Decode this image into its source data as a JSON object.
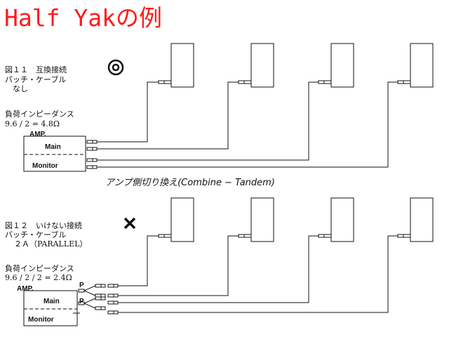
{
  "title": "Half Yakの例",
  "figure1": {
    "caption": "図１１　互換接続",
    "patch_label": "パッチ・ケーブル",
    "patch_value": "なし",
    "load_label": "負荷インピーダンス",
    "load_formula": "9.6 / 2 = 4.8Ω",
    "amp_label": "AMP.",
    "main_label": "Main",
    "monitor_label": "Monitor",
    "mark_icon": "double-circle-icon",
    "handwritten_note": "アンプ側切り換え(Combine − Tandem)"
  },
  "figure2": {
    "caption": "図１２　いけない接続",
    "patch_label": "パッチ・ケーブル",
    "patch_value": "２Ａ（PARALLEL）",
    "load_label": "負荷インピーダンス",
    "load_formula": "9.6 / 2 / 2 = 2.4Ω",
    "amp_label": "AMP.",
    "main_label": "Main",
    "monitor_label": "Monitor",
    "p_label_1": "P",
    "p_label_2": "P",
    "mark_icon": "cross-mark-icon"
  },
  "colors": {
    "title": "#ff1a1a",
    "line": "#111111"
  }
}
